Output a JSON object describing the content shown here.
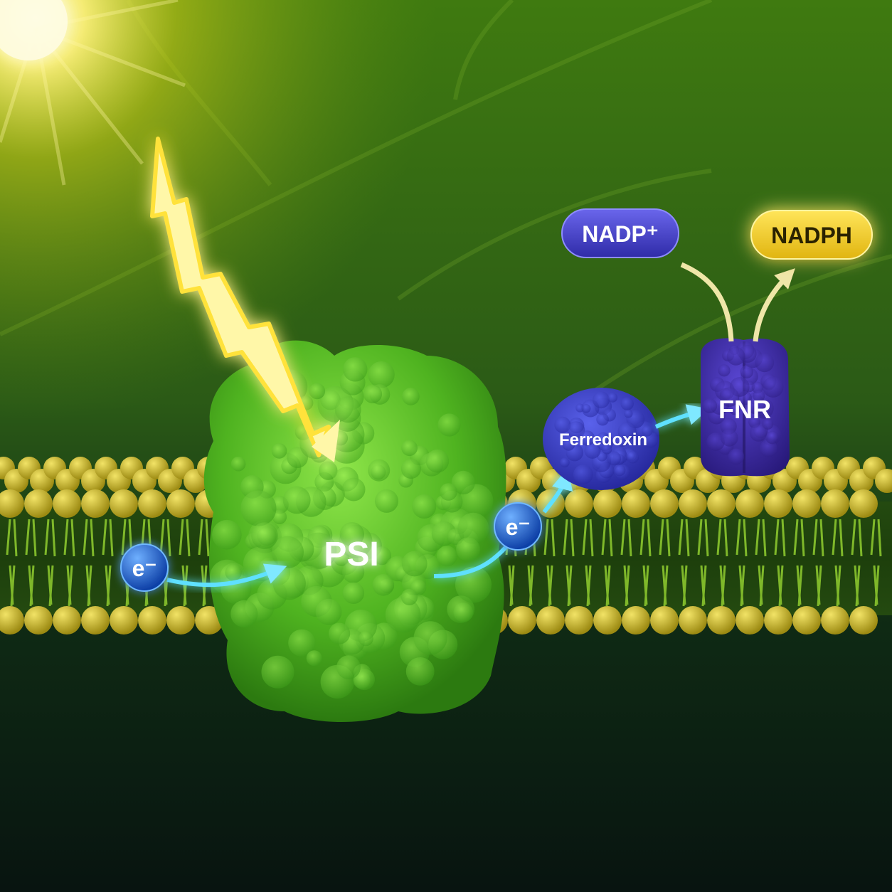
{
  "labels": {
    "psi": "PSI",
    "ferredoxin": "Ferredoxin",
    "fnr": "FNR",
    "nadp_plus": "NADP⁺",
    "nadph": "NADPH",
    "electron_1": "e⁻",
    "electron_2": "e⁻"
  },
  "colors": {
    "psi_green": "#5cc22a",
    "ferredoxin_blue": "#3b3fc4",
    "fnr_purple": "#3f2fa8",
    "nadp_pill": "#4a46d0",
    "nadph_pill": "#f2cc1c",
    "electron_blue": "#1e66d8",
    "arrow_cyan": "#5fe0ff",
    "lipid_head": "#c9b52a",
    "lipid_tail": "#7fb82a",
    "sun_yellow": "#fff27a"
  },
  "icons": {
    "light": "lightning-bolt-icon",
    "sun": "sun-glow-icon"
  }
}
